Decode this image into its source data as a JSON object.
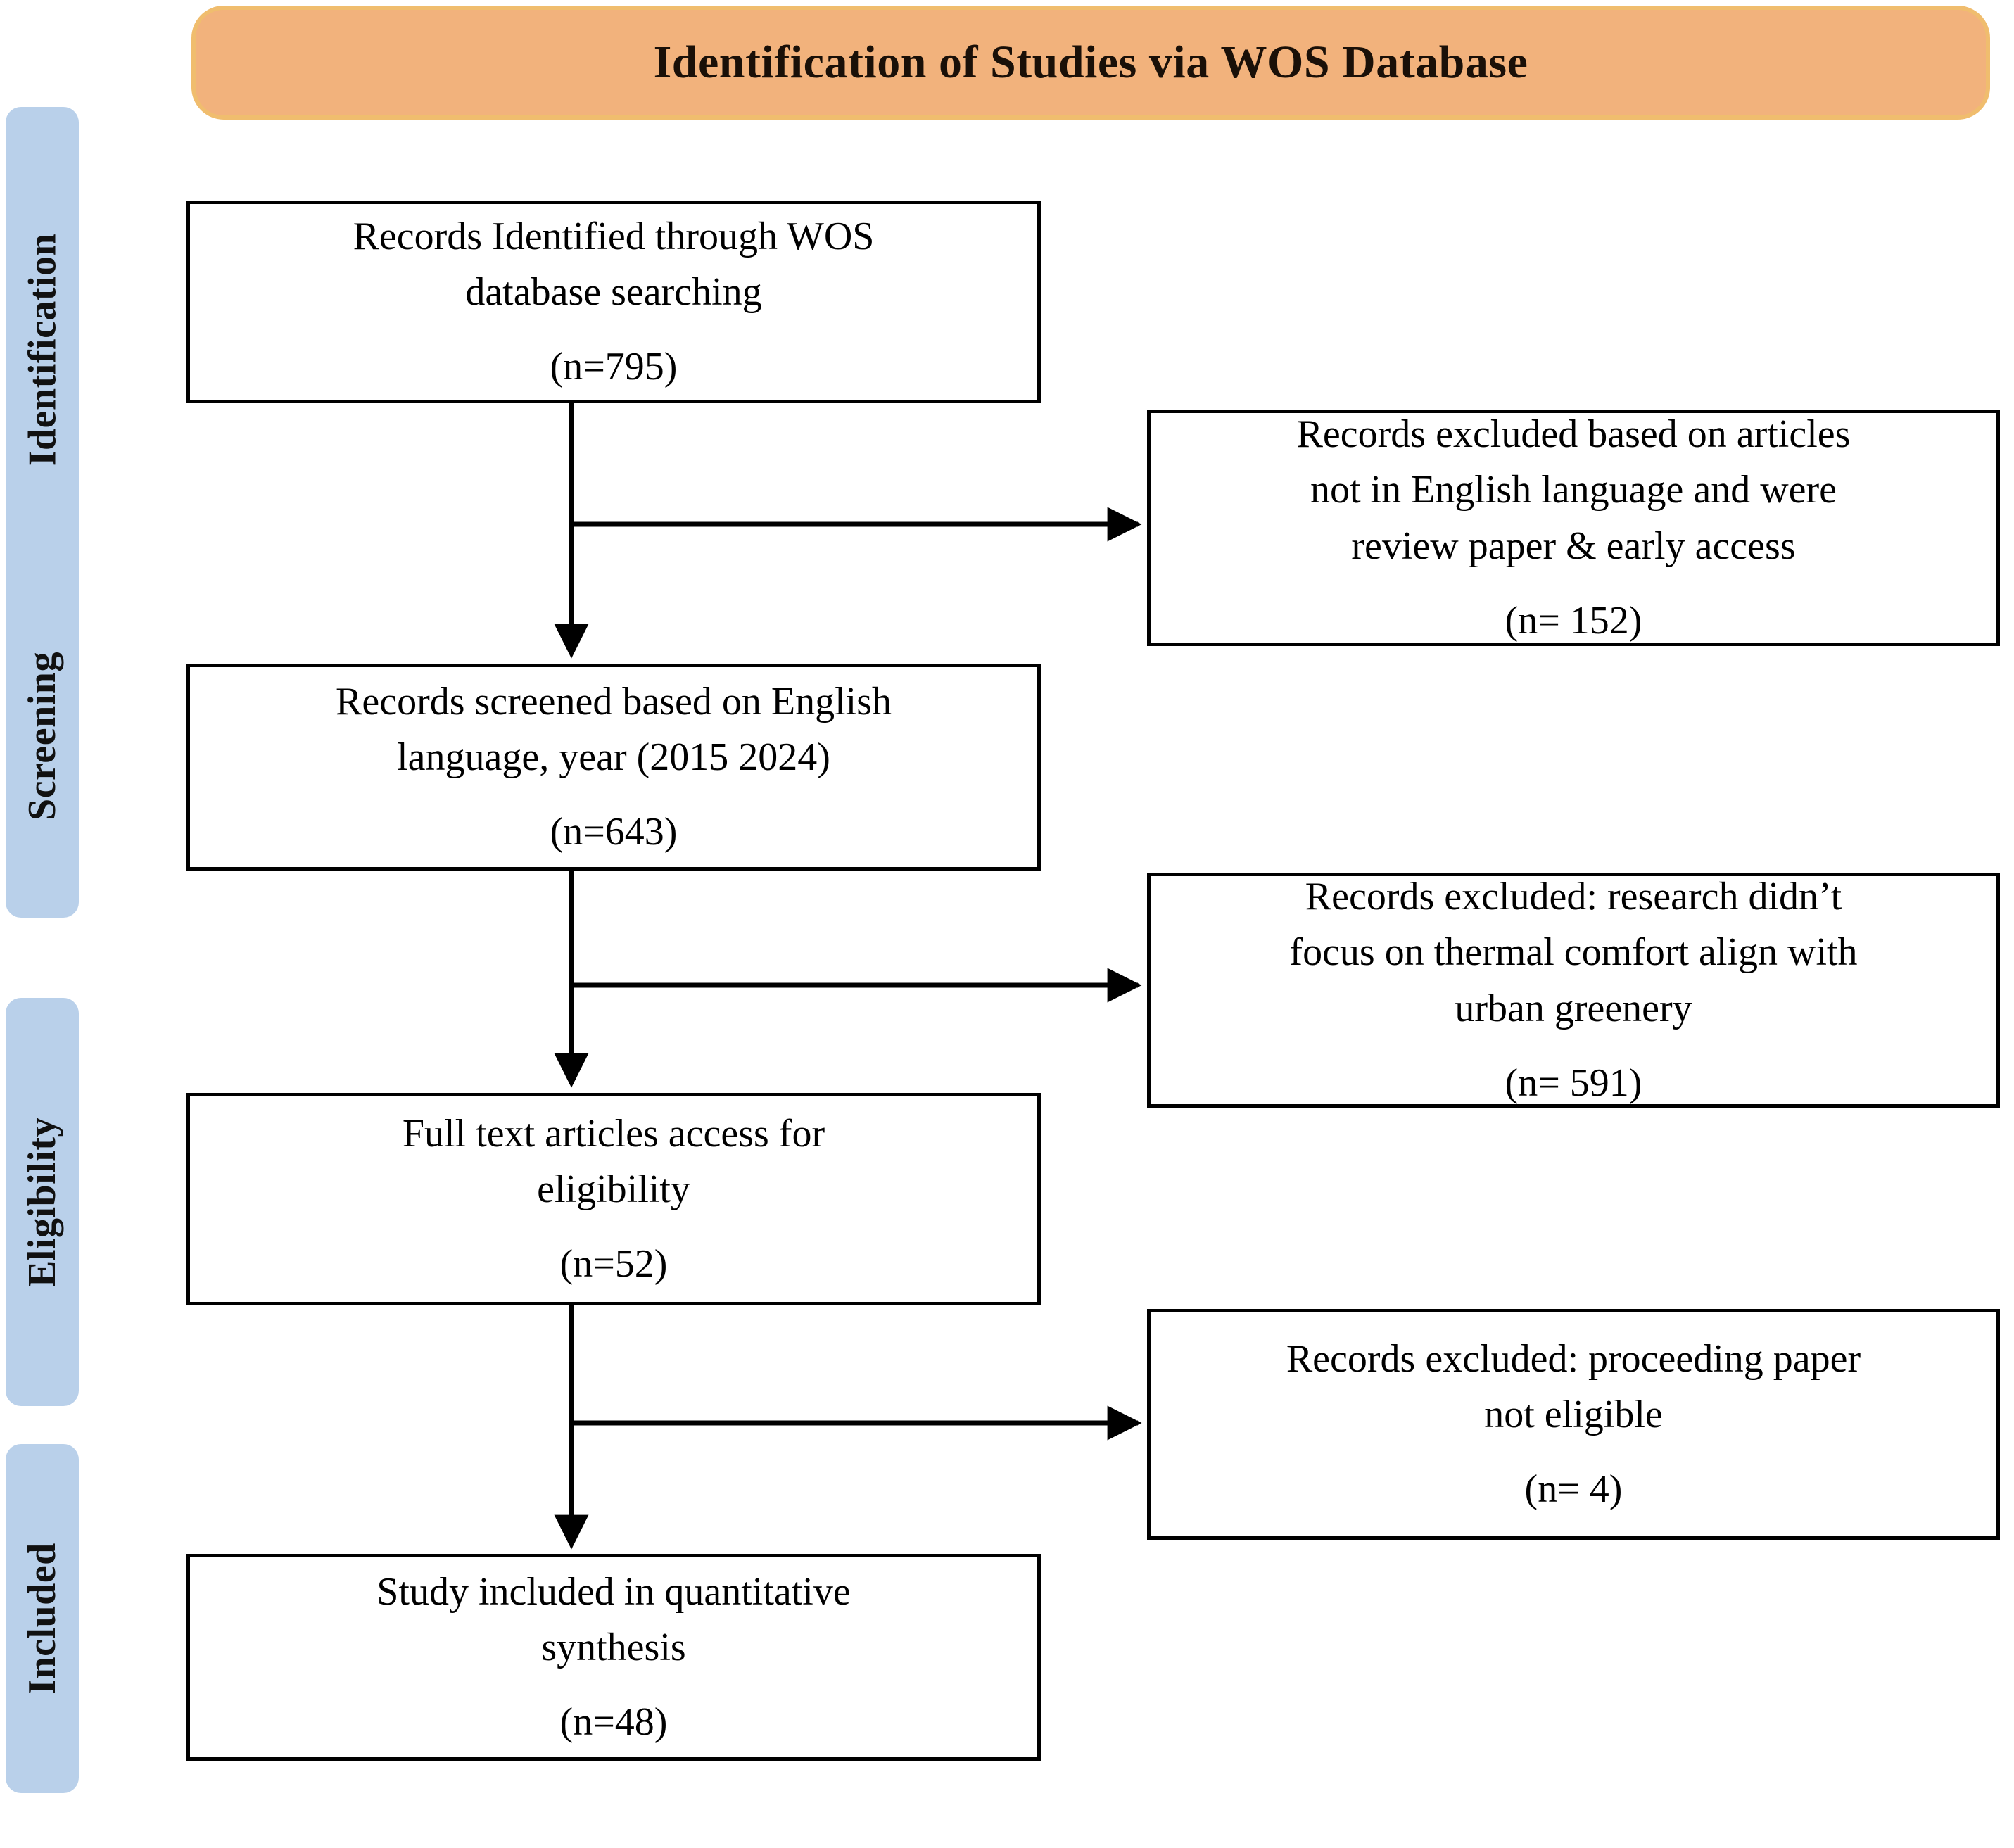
{
  "header": {
    "title": "Identification of Studies via WOS Database",
    "background_color": "#f2b27c",
    "border_color": "#f0bd6e"
  },
  "stages": [
    {
      "id": "identification",
      "label": "Identification"
    },
    {
      "id": "screening",
      "label": "Screening"
    },
    {
      "id": "eligibility",
      "label": "Eligibility"
    },
    {
      "id": "included",
      "label": "Included"
    }
  ],
  "stage_label_color": "#b9d0ea",
  "flow": {
    "identified": {
      "line1": "Records Identified through WOS",
      "line2": "database searching",
      "count": "(n=795)"
    },
    "excluded_1": {
      "line1": "Records excluded based on articles",
      "line2": "not in English language and were",
      "line3": "review paper & early access",
      "count": "(n= 152)"
    },
    "screened": {
      "line1": "Records screened based on English",
      "line2": "language, year (2015  2024)",
      "count": "(n=643)"
    },
    "excluded_2": {
      "line1": "Records excluded: research didn’t",
      "line2": "focus on thermal comfort align with",
      "line3": "urban greenery",
      "count": "(n= 591)"
    },
    "fulltext": {
      "line1": "Full text articles access for",
      "line2": "eligibility",
      "count": "(n=52)"
    },
    "excluded_3": {
      "line1": "Records excluded: proceeding paper",
      "line2": "not eligible",
      "count": "(n= 4)"
    },
    "included": {
      "line1": "Study included in quantitative",
      "line2": "synthesis",
      "count": "(n=48)"
    }
  },
  "chart_data": {
    "type": "diagram",
    "title": "Identification of Studies via WOS Database",
    "nodes": [
      {
        "id": "identified",
        "stage": "Identification",
        "label": "Records Identified through WOS database searching",
        "n": 795
      },
      {
        "id": "excluded_1",
        "stage": "Identification",
        "label": "Records excluded based on articles not in English language and were review paper & early access",
        "n": 152
      },
      {
        "id": "screened",
        "stage": "Screening",
        "label": "Records screened based on English language, year (2015  2024)",
        "n": 643
      },
      {
        "id": "excluded_2",
        "stage": "Screening",
        "label": "Records excluded: research didn’t focus on thermal comfort align with urban greenery",
        "n": 591
      },
      {
        "id": "fulltext",
        "stage": "Eligibility",
        "label": "Full text articles access for eligibility",
        "n": 52
      },
      {
        "id": "excluded_3",
        "stage": "Eligibility",
        "label": "Records excluded: proceeding paper not eligible",
        "n": 4
      },
      {
        "id": "included",
        "stage": "Included",
        "label": "Study included in quantitative synthesis",
        "n": 48
      }
    ],
    "edges": [
      {
        "from": "identified",
        "to": "excluded_1",
        "direction": "right"
      },
      {
        "from": "identified",
        "to": "screened",
        "direction": "down"
      },
      {
        "from": "screened",
        "to": "excluded_2",
        "direction": "right"
      },
      {
        "from": "screened",
        "to": "fulltext",
        "direction": "down"
      },
      {
        "from": "fulltext",
        "to": "excluded_3",
        "direction": "right"
      },
      {
        "from": "fulltext",
        "to": "included",
        "direction": "down"
      }
    ]
  }
}
